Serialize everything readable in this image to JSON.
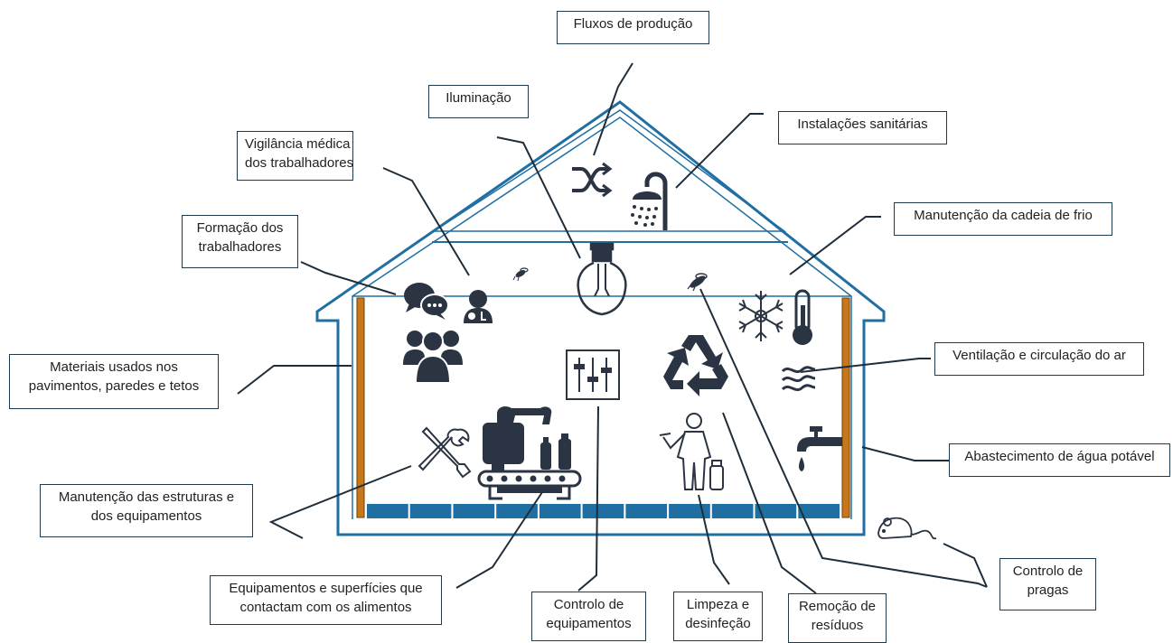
{
  "labels": {
    "fluxos": [
      "Fluxos de produção"
    ],
    "iluminacao": [
      "Iluminação"
    ],
    "sanitarias": [
      "Instalações sanitárias"
    ],
    "vigilancia": [
      "Vigilância médica",
      "dos trabalhadores"
    ],
    "cadeia_frio": [
      "Manutenção da cadeia de frio"
    ],
    "formacao": [
      "Formação dos",
      "trabalhadores"
    ],
    "materiais": [
      "Materiais usados nos",
      "pavimentos, paredes e tetos"
    ],
    "ventilacao": [
      "Ventilação e circulação do ar"
    ],
    "agua": [
      "Abastecimento de água potável"
    ],
    "manutencao_estruturas": [
      "Manutenção das estruturas e",
      "dos equipamentos"
    ],
    "pragas": [
      "Controlo de",
      "pragas"
    ],
    "superficies": [
      "Equipamentos e superfícies que",
      "contactam com os alimentos"
    ],
    "controlo_equip": [
      "Controlo de",
      "equipamentos"
    ],
    "limpeza": [
      "Limpeza e",
      "desinfeção"
    ],
    "residuos": [
      "Remoção de",
      "resíduos"
    ]
  },
  "icons": [
    "shuffle-icon",
    "shower-icon",
    "light-bulb-icon",
    "chat-bubbles-icon",
    "doctor-icon",
    "fly-icon",
    "group-icon",
    "snowflake-icon",
    "thermometer-icon",
    "sliders-icon",
    "recycle-icon",
    "air-waves-icon",
    "tools-icon",
    "production-line-icon",
    "cleaning-worker-icon",
    "water-tap-icon",
    "mouse-icon"
  ],
  "colors": {
    "house_outline": "#1f6fa3",
    "wall_wood": "#c8781a",
    "floor_tile": "#1f6fa3",
    "icon": "#2b3442",
    "label_border": "#1f3a4d"
  }
}
